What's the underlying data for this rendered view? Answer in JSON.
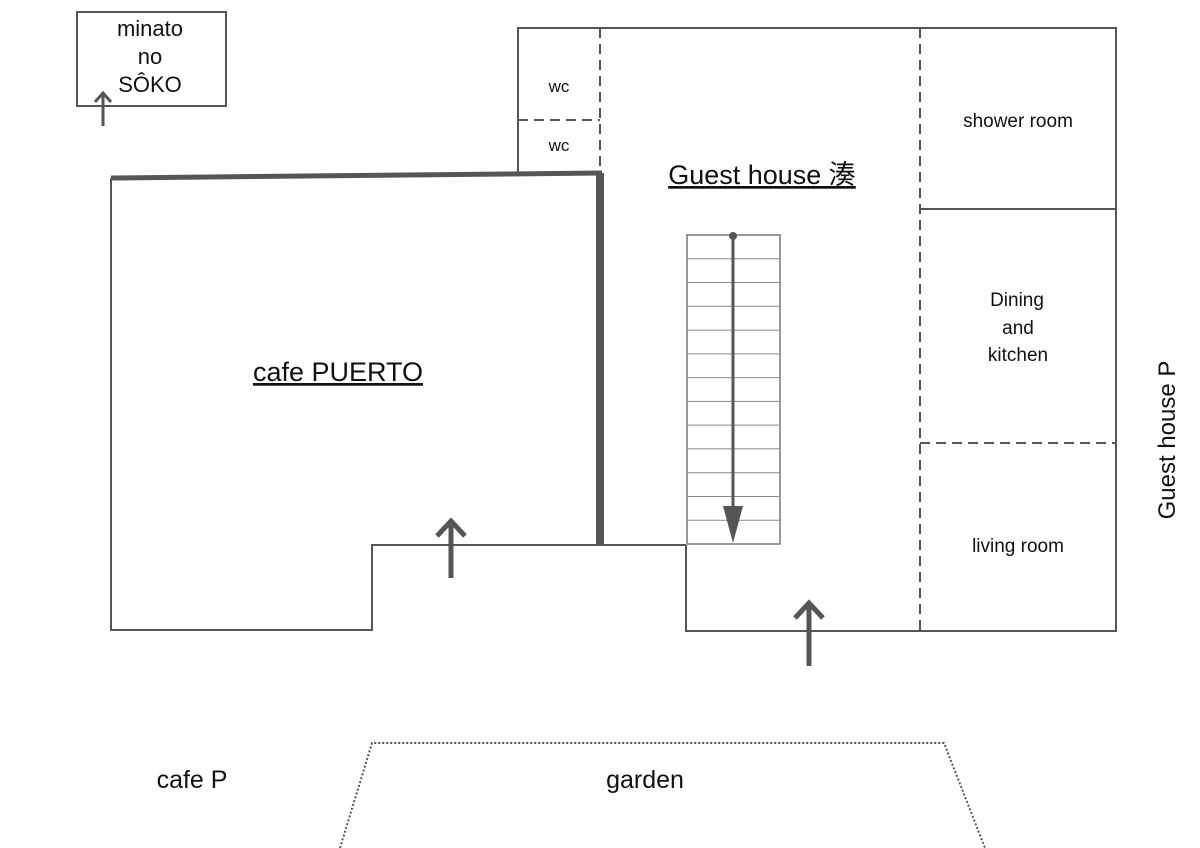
{
  "labels": {
    "minato_line1": "minato",
    "minato_line2": "no",
    "minato_line3": "SÔKO",
    "wc_upper": "wc",
    "wc_lower": "wc",
    "guest_house": "Guest house 湊",
    "shower_room": "shower room",
    "dining_line1": "Dining",
    "dining_line2": "and",
    "dining_line3": "kitchen",
    "living_room": "living room",
    "cafe_puerto": "cafe PUERTO",
    "guest_house_p": "Guest house P",
    "cafe_p": "cafe P",
    "garden": "garden"
  },
  "stairs": {
    "steps": 13
  }
}
